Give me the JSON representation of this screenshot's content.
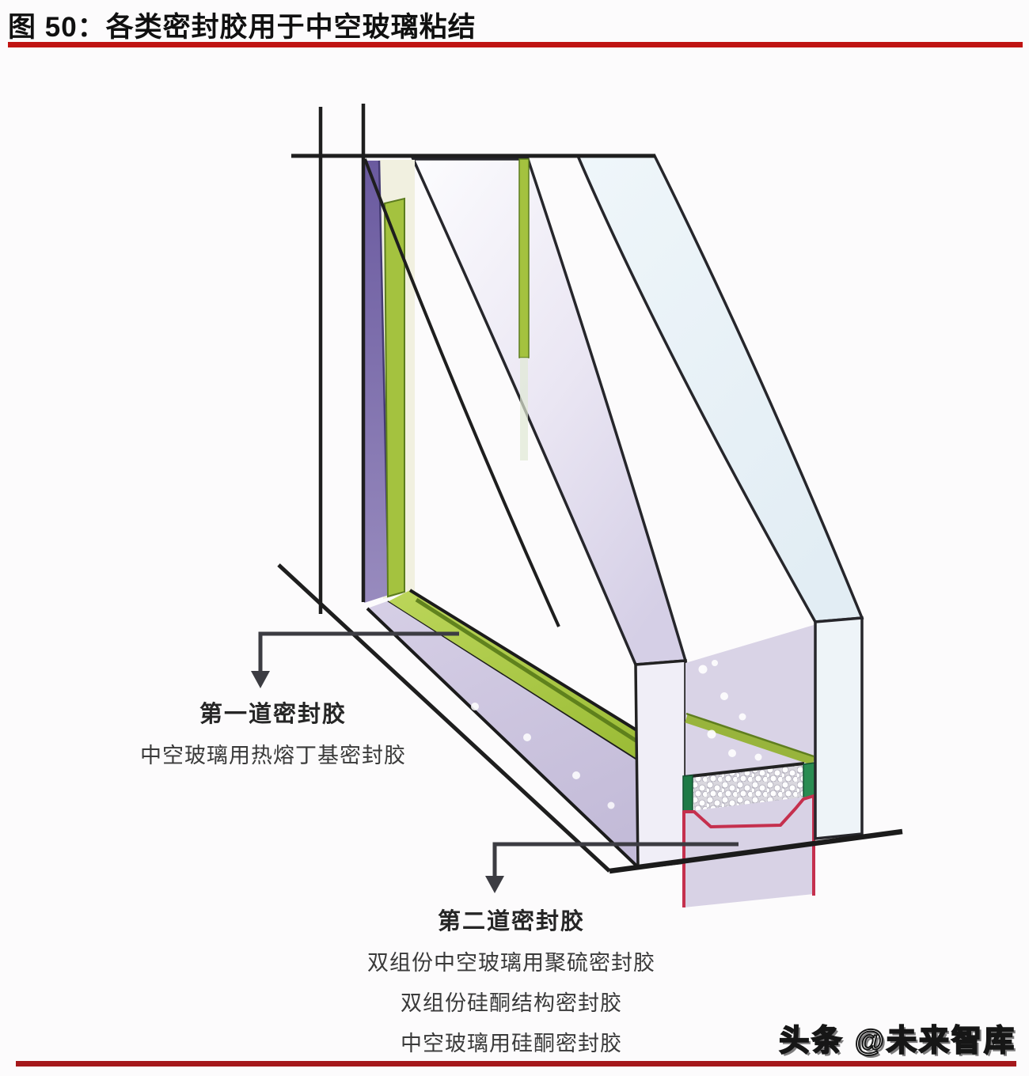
{
  "figure": {
    "title": "图 50：各类密封胶用于中空玻璃粘结",
    "title_rule_color": "#c01413",
    "bottom_rule_color": "#a5181b"
  },
  "diagram": {
    "callouts": [
      {
        "title": "第一道密封胶",
        "lines": [
          "中空玻璃用热熔丁基密封胶"
        ]
      },
      {
        "title": "第二道密封胶",
        "lines": [
          "双组份中空玻璃用聚硫密封胶",
          "双组份硅酮结构密封胶",
          "中空玻璃用硅酮密封胶"
        ]
      }
    ],
    "colors": {
      "butyl_purple": "#7c6cab",
      "spacer_green": "#a4c23f",
      "spacer_dark_green": "#1e7a46",
      "spacer_dark_green_right": "#2a8c52",
      "secondary_seal_red": "#c5304e",
      "glass_lavender": "#dcd6e9",
      "glass_blue_white": "#eef4f9",
      "desiccant_gray": "#d9d7de",
      "line_black": "#1e1e1e"
    }
  },
  "watermark": {
    "text": "头条 @未来智库"
  }
}
